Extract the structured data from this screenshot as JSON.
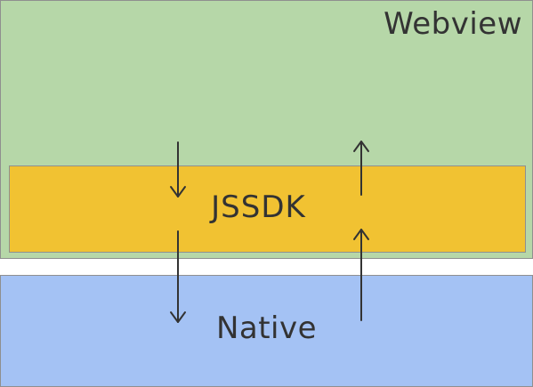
{
  "colors": {
    "webview": "#b6d7a8",
    "jssdk": "#f1c232",
    "native": "#a4c2f4",
    "stroke": "#333333",
    "border": "#8f8f8f"
  },
  "layers": {
    "webview": {
      "label": "Webview"
    },
    "jssdk": {
      "label": "JSSDK"
    },
    "native": {
      "label": "Native"
    }
  },
  "arrows": [
    {
      "name": "webview-to-jssdk-arrow",
      "direction": "down",
      "from": "Webview",
      "to": "JSSDK"
    },
    {
      "name": "jssdk-to-native-arrow",
      "direction": "down",
      "from": "JSSDK",
      "to": "Native"
    },
    {
      "name": "jssdk-to-webview-arrow",
      "direction": "up",
      "from": "JSSDK",
      "to": "Webview"
    },
    {
      "name": "native-to-jssdk-arrow",
      "direction": "up",
      "from": "Native",
      "to": "JSSDK"
    }
  ]
}
